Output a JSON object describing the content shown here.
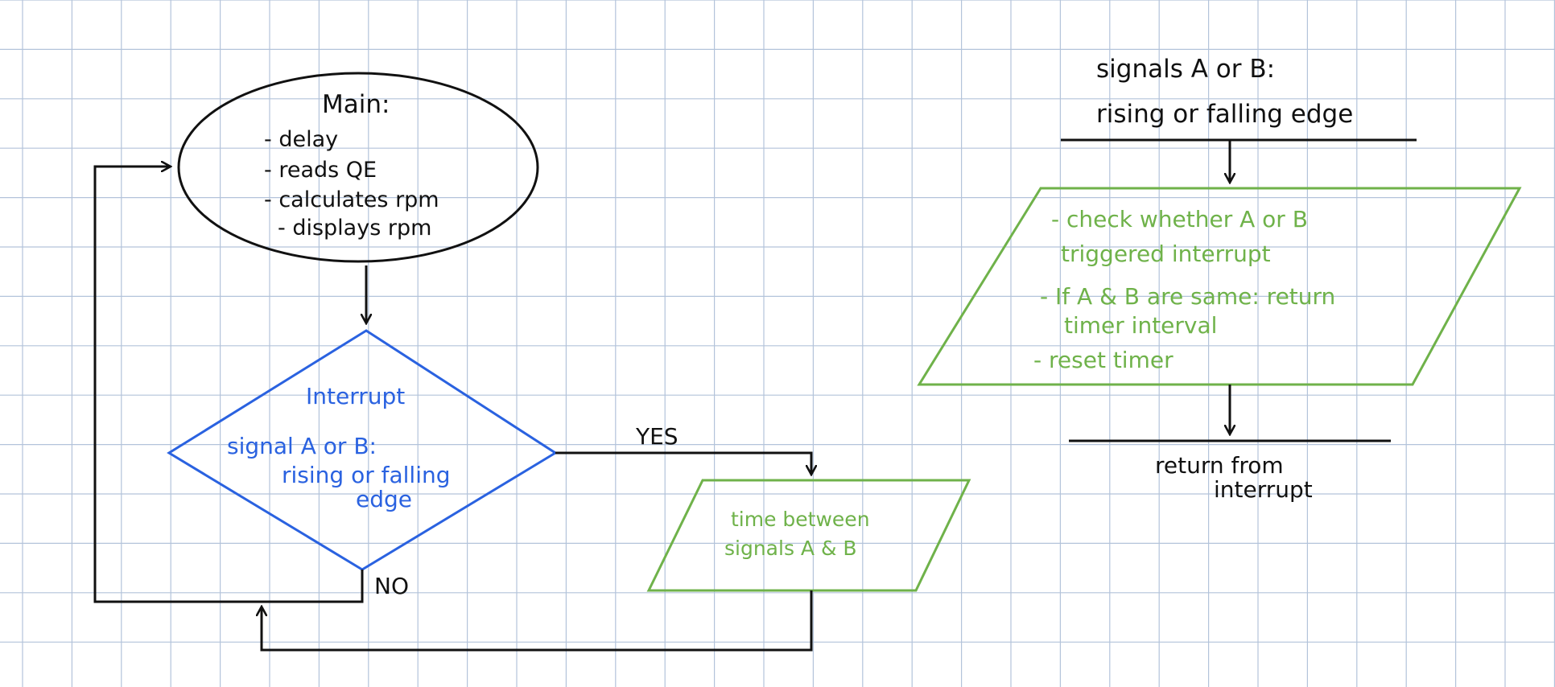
{
  "colors": {
    "black": "#111111",
    "blue": "#2a62e0",
    "green": "#6fb24a",
    "grid": "#b3c3da"
  },
  "main_oval": {
    "title": "Main:",
    "items": [
      "- delay",
      "- reads QE",
      "- calculates rpm",
      "- displays rpm"
    ]
  },
  "decision": {
    "title": "Interrupt",
    "lines": [
      "signal A or B:",
      "rising or falling",
      "edge"
    ],
    "yes_label": "YES",
    "no_label": "NO"
  },
  "time_box": {
    "lines": [
      "time between",
      "signals A & B"
    ]
  },
  "isr": {
    "header_lines": [
      "signals A or B:",
      "rising or falling edge"
    ],
    "steps": [
      "- check whether A or B",
      "triggered interrupt",
      "- If A & B are same: return",
      "timer interval",
      "- reset timer"
    ],
    "footer_lines": [
      "return from",
      "interrupt"
    ]
  }
}
